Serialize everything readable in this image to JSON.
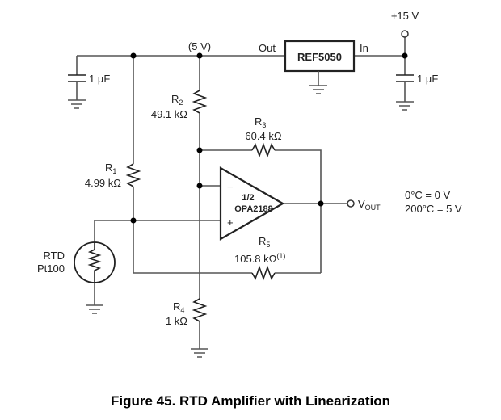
{
  "figure": {
    "caption": "Figure 45.  RTD Amplifier with Linearization"
  },
  "supply": {
    "input_voltage": "+15 V",
    "reference_node_voltage": "(5 V)"
  },
  "reference": {
    "part": "REF5050",
    "out_pin": "Out",
    "in_pin": "In"
  },
  "capacitors": {
    "c_left": "1 µF",
    "c_right": "1 µF"
  },
  "resistors": {
    "r1": {
      "name": "R",
      "sub": "1",
      "value": "4.99 kΩ"
    },
    "r2": {
      "name": "R",
      "sub": "2",
      "value": "49.1 kΩ"
    },
    "r3": {
      "name": "R",
      "sub": "3",
      "value": "60.4 kΩ"
    },
    "r4": {
      "name": "R",
      "sub": "4",
      "value": "1 kΩ"
    },
    "r5": {
      "name": "R",
      "sub": "5",
      "value": "105.8 kΩ",
      "note": "(1)"
    }
  },
  "opamp": {
    "line1": "1/2",
    "line2": "OPA2188",
    "minus": "−",
    "plus": "+"
  },
  "rtd": {
    "line1": "RTD",
    "line2": "Pt100"
  },
  "output": {
    "label": "V",
    "sub": "OUT",
    "transfer": [
      "0°C = 0 V",
      "200°C = 5 V"
    ]
  },
  "icons": [
    "ground-icon",
    "capacitor-icon",
    "resistor-icon",
    "opamp-icon",
    "rtd-icon",
    "terminal-icon",
    "junction-dot-icon"
  ]
}
